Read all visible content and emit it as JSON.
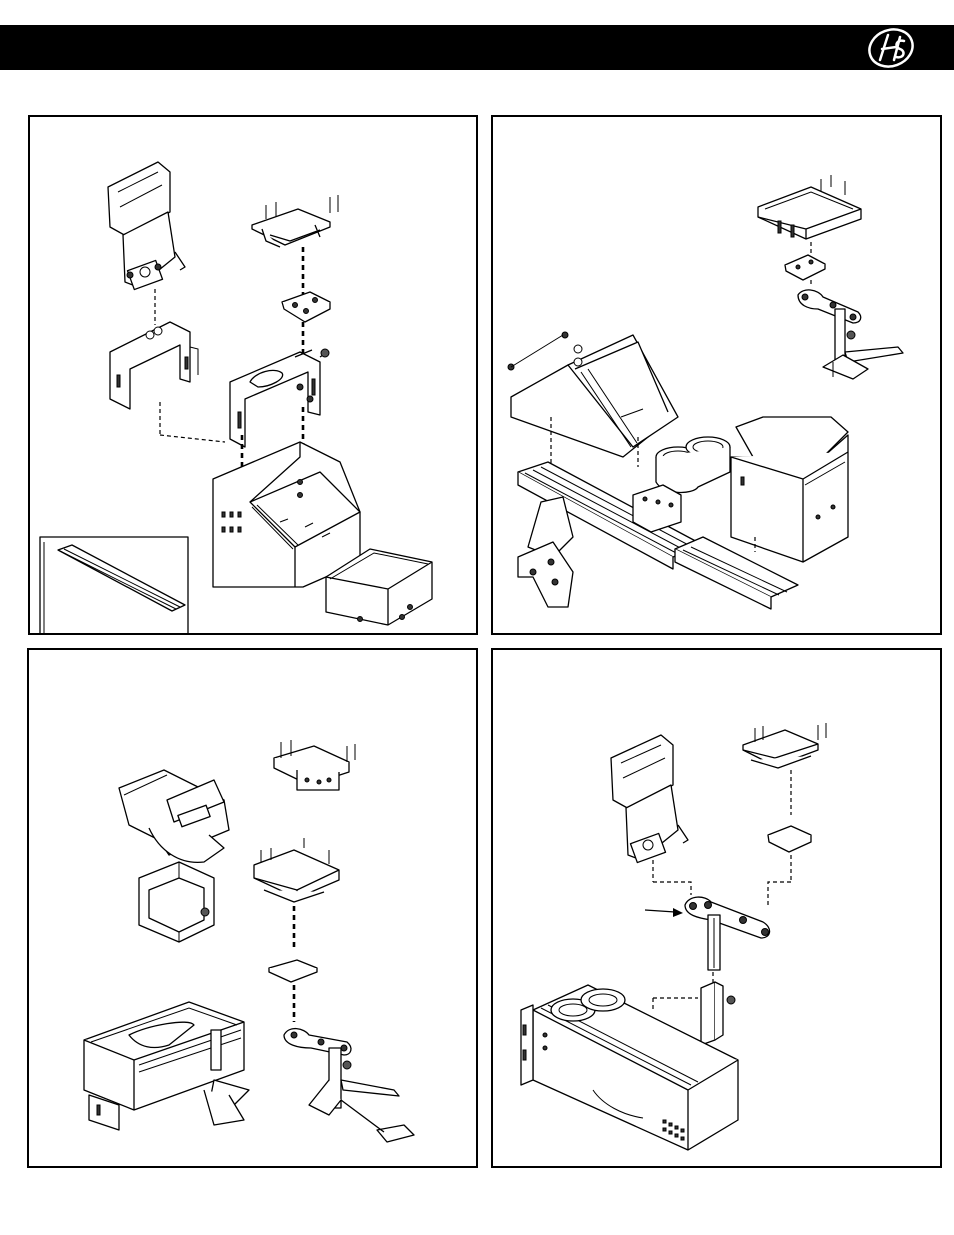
{
  "header": {
    "background_color": "#000000",
    "logo_icon": "hs-monogram-logo-icon",
    "logo_text": "HS"
  },
  "panels": [
    {
      "id": "panel-1",
      "icon": "console-mount-assembly-diagram-icon"
    },
    {
      "id": "panel-2",
      "icon": "rail-console-assembly-diagram-icon"
    },
    {
      "id": "panel-3",
      "icon": "pedestal-mount-assembly-diagram-icon"
    },
    {
      "id": "panel-4",
      "icon": "armrest-console-assembly-diagram-icon"
    }
  ]
}
